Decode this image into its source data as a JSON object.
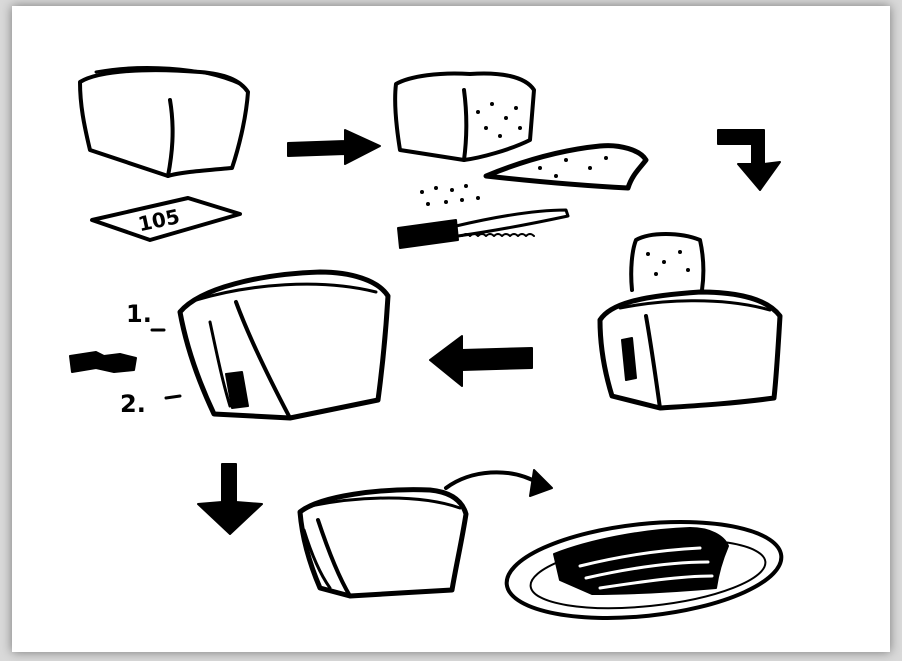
{
  "diagram": {
    "price_tag_text": "105",
    "step_numbers": [
      "1.",
      "2."
    ],
    "colors": {
      "ink": "#000000",
      "paper": "#ffffff",
      "backdrop": "#d9d9d9"
    }
  }
}
